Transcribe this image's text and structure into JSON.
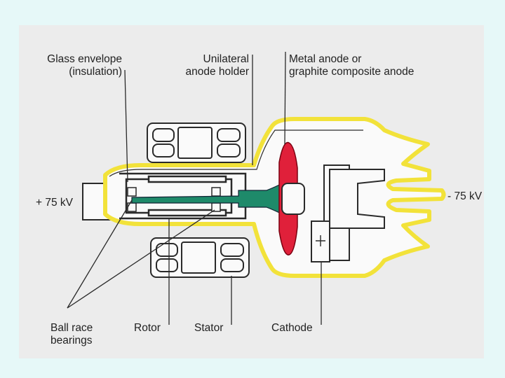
{
  "labels": {
    "glass_envelope": "Glass envelope\n(insulation)",
    "anode_holder": "Unilateral\nanode holder",
    "anode": "Metal anode or\ngraphite composite anode",
    "plus_voltage": "+ 75 kV",
    "minus_voltage": "- 75 kV",
    "bearings": "Ball race\nbearings",
    "rotor": "Rotor",
    "stator": "Stator",
    "cathode": "Cathode"
  },
  "colors": {
    "background": "#e6f8f8",
    "panel": "#ececec",
    "envelope": "#f2e23a",
    "anode": "#e0203a",
    "anode_holder": "#1e8a6a",
    "outline": "#2a2a2a"
  }
}
